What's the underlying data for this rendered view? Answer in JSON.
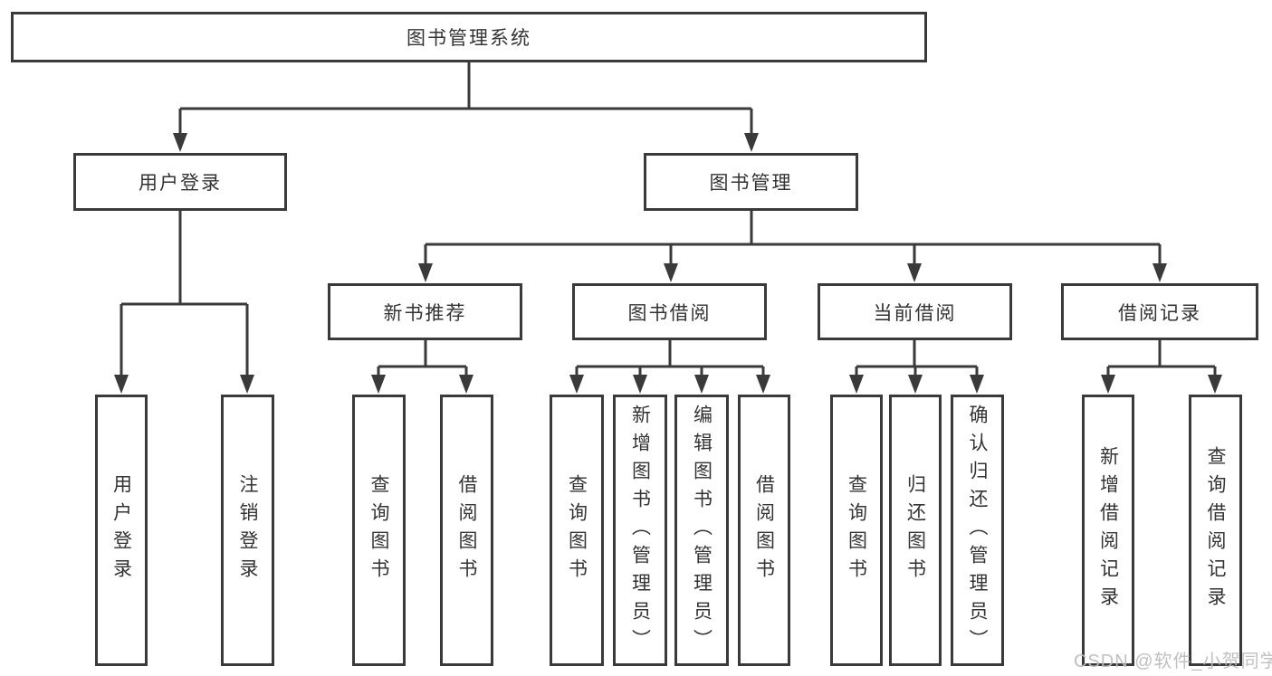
{
  "diagram": {
    "type": "tree",
    "nodes": {
      "root": "图书管理系统",
      "user_login": "用户登录",
      "book_management": "图书管理",
      "login": "用户登录",
      "logout": "注销登录",
      "new_book_recommend": "新书推荐",
      "book_borrow": "图书借阅",
      "current_borrow": "当前借阅",
      "borrow_records": "借阅记录",
      "nr_query_book": "查询图书",
      "nr_borrow_book": "借阅图书",
      "bb_query_book": "查询图书",
      "bb_add_book": "新增图书（管理员）",
      "bb_edit_book": "编辑图书（管理员）",
      "bb_borrow_book": "借阅图书",
      "cb_query_book": "查询图书",
      "cb_return_book": "归还图书",
      "cb_confirm_return": "确认归还（管理员）",
      "br_add_record": "新增借阅记录",
      "br_query_record": "查询借阅记录"
    },
    "hierarchy": {
      "图书管理系统": {
        "用户登录": [
          "用户登录",
          "注销登录"
        ],
        "图书管理": {
          "新书推荐": [
            "查询图书",
            "借阅图书"
          ],
          "图书借阅": [
            "查询图书",
            "新增图书（管理员）",
            "编辑图书（管理员）",
            "借阅图书"
          ],
          "当前借阅": [
            "查询图书",
            "归还图书",
            "确认归还（管理员）"
          ],
          "借阅记录": [
            "新增借阅记录",
            "查询借阅记录"
          ]
        }
      }
    },
    "watermark": "CSDN @软件_小贺同学",
    "colors": {
      "line": "#3a3a3a",
      "text": "#333333",
      "watermark": "#bdbdbd",
      "background": "#ffffff"
    }
  }
}
